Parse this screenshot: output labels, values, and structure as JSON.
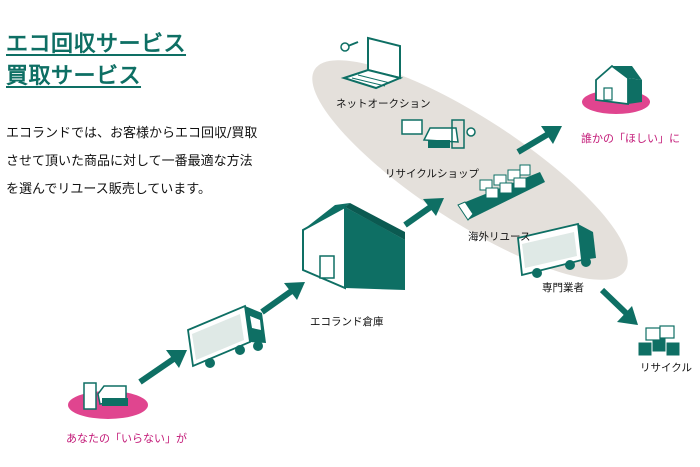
{
  "header": {
    "title_line1": "エコ回収サービス",
    "title_line2": "買取サービス"
  },
  "description": {
    "line1": "エコランドでは、お客様からエコ回収/買取",
    "line2": "させて頂いた商品に対して一番最適な方法",
    "line3": "を選んでリユース販売しています。"
  },
  "flow": {
    "source_label": "あなたの「いらない」が",
    "warehouse_label": "エコランド倉庫",
    "channels": {
      "net_auction": "ネットオークション",
      "recycle_shop": "リサイクルショップ",
      "overseas_reuse": "海外リユース",
      "specialist": "専門業者"
    },
    "destination_label": "誰かの「ほしい」に",
    "recycle_label": "リサイクル"
  },
  "colors": {
    "teal": "#0e6f64",
    "magenta": "#e0458f",
    "label_pink": "#c31a78",
    "ellipse": "#e4e0db"
  }
}
